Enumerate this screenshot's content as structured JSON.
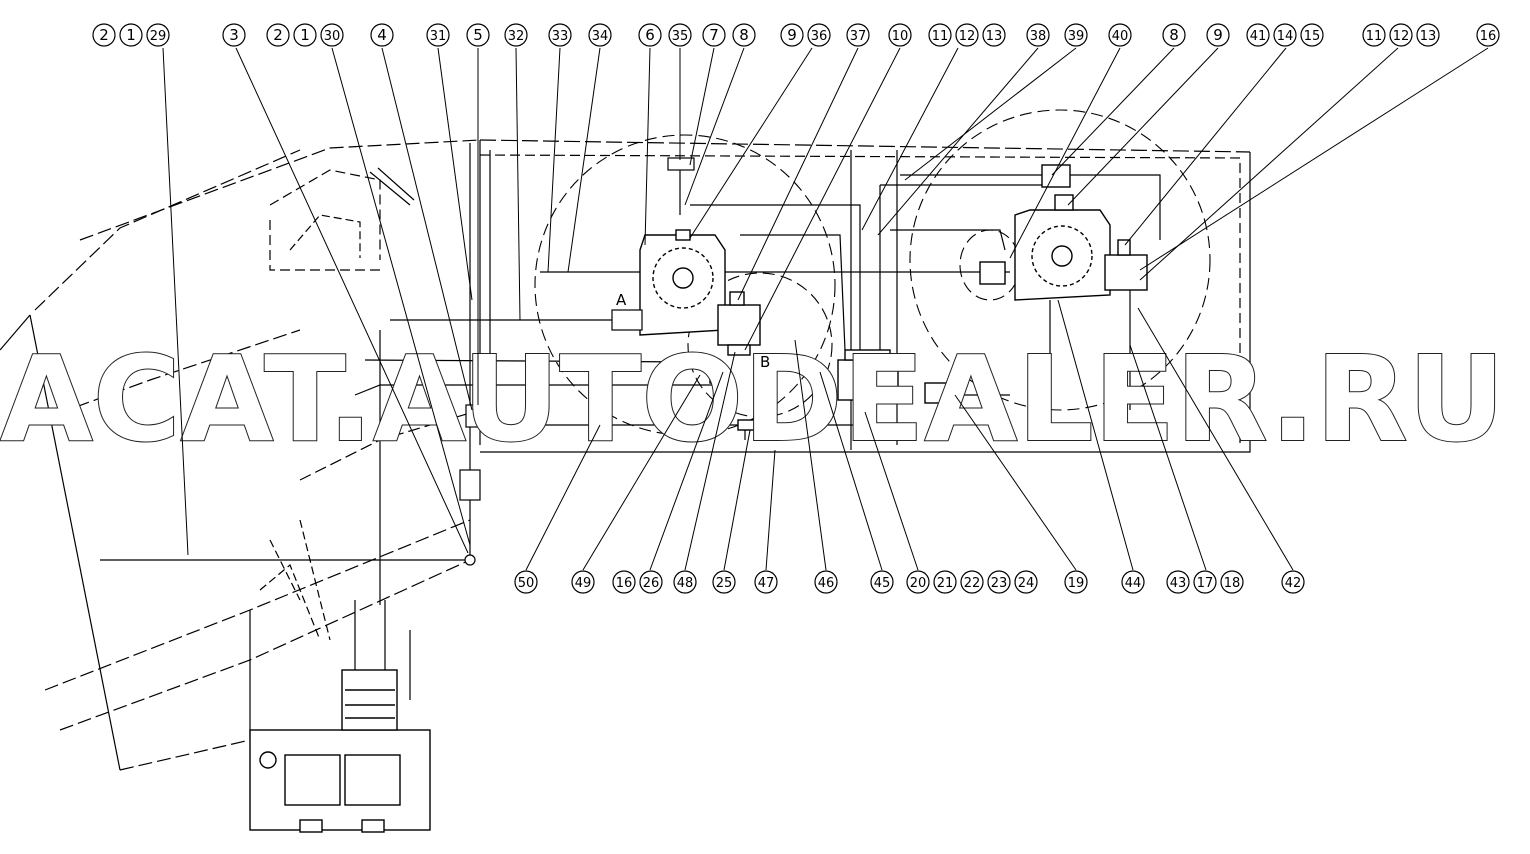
{
  "diagram": {
    "top_callouts": [
      {
        "id": "c-t1",
        "labels": [
          "2",
          "1",
          "29"
        ]
      },
      {
        "id": "c-t2",
        "labels": [
          "3"
        ]
      },
      {
        "id": "c-t3",
        "labels": [
          "2",
          "1",
          "30"
        ]
      },
      {
        "id": "c-t4",
        "labels": [
          "4"
        ]
      },
      {
        "id": "c-t5",
        "labels": [
          "31"
        ]
      },
      {
        "id": "c-t6",
        "labels": [
          "5"
        ]
      },
      {
        "id": "c-t7",
        "labels": [
          "32"
        ]
      },
      {
        "id": "c-t8",
        "labels": [
          "33"
        ]
      },
      {
        "id": "c-t9",
        "labels": [
          "34"
        ]
      },
      {
        "id": "c-t10",
        "labels": [
          "6"
        ]
      },
      {
        "id": "c-t11",
        "labels": [
          "35"
        ]
      },
      {
        "id": "c-t12",
        "labels": [
          "7"
        ]
      },
      {
        "id": "c-t13",
        "labels": [
          "8"
        ]
      },
      {
        "id": "c-t14",
        "labels": [
          "9",
          "36"
        ]
      },
      {
        "id": "c-t15",
        "labels": [
          "37"
        ]
      },
      {
        "id": "c-t16",
        "labels": [
          "10"
        ]
      },
      {
        "id": "c-t17",
        "labels": [
          "11",
          "12",
          "13"
        ]
      },
      {
        "id": "c-t18",
        "labels": [
          "38"
        ]
      },
      {
        "id": "c-t19",
        "labels": [
          "39"
        ]
      },
      {
        "id": "c-t20",
        "labels": [
          "40"
        ]
      },
      {
        "id": "c-t21",
        "labels": [
          "8"
        ]
      },
      {
        "id": "c-t22",
        "labels": [
          "9"
        ]
      },
      {
        "id": "c-t23",
        "labels": [
          "41",
          "14",
          "15"
        ]
      },
      {
        "id": "c-t24",
        "labels": [
          "11",
          "12",
          "13"
        ]
      },
      {
        "id": "c-t25",
        "labels": [
          "16"
        ]
      }
    ],
    "bottom_callouts": [
      {
        "id": "c-b1",
        "labels": [
          "50"
        ]
      },
      {
        "id": "c-b2",
        "labels": [
          "49"
        ]
      },
      {
        "id": "c-b3",
        "labels": [
          "16",
          "26"
        ]
      },
      {
        "id": "c-b4",
        "labels": [
          "48"
        ]
      },
      {
        "id": "c-b5",
        "labels": [
          "25"
        ]
      },
      {
        "id": "c-b6",
        "labels": [
          "47"
        ]
      },
      {
        "id": "c-b7",
        "labels": [
          "46"
        ]
      },
      {
        "id": "c-b8",
        "labels": [
          "45"
        ]
      },
      {
        "id": "c-b9",
        "labels": [
          "20",
          "21",
          "22",
          "23",
          "24"
        ]
      },
      {
        "id": "c-b10",
        "labels": [
          "19"
        ]
      },
      {
        "id": "c-b11",
        "labels": [
          "44"
        ]
      },
      {
        "id": "c-b12",
        "labels": [
          "43",
          "17",
          "18"
        ]
      },
      {
        "id": "c-b13",
        "labels": [
          "42"
        ]
      }
    ],
    "port_labels": {
      "a": "A",
      "b": "B"
    },
    "watermark": "ACAT.AUTODEALER.RU",
    "colors": {
      "line": "#000000",
      "background": "#ffffff"
    }
  }
}
